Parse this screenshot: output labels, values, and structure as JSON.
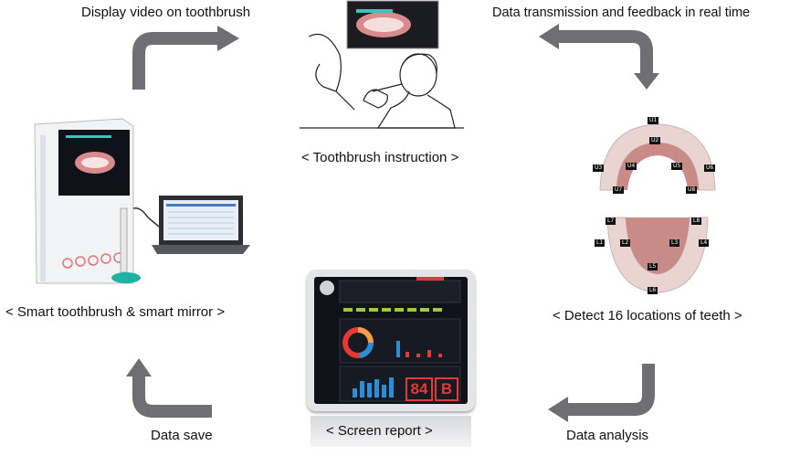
{
  "labels": {
    "display_video": "Display video on toothbrush",
    "data_transmission": "Data transmission and feedback in real time",
    "toothbrush_instruction": "< Toothbrush instruction >",
    "smart_toothbrush_mirror": "< Smart toothbrush & smart mirror >",
    "detect_locations": "< Detect 16 locations of teeth >",
    "data_save": "Data save",
    "screen_report": "< Screen report >",
    "data_analysis": "Data analysis"
  },
  "report": {
    "score_number": "84",
    "score_grade": "B"
  },
  "colors": {
    "arrow": "#6f6f73",
    "screen_bg": "#0f1218",
    "score_red": "#e53935",
    "bar_blue": "#2a8fd6"
  }
}
